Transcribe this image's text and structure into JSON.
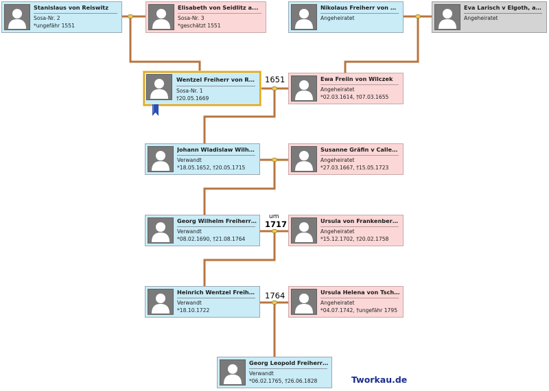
{
  "people": {
    "p_stanislaus": {
      "name": "Stanislaus von Reiswitz",
      "line1": "Sosa-Nr. 2",
      "line2": "*ungefähr 1551"
    },
    "p_elisabeth": {
      "name": "Elisabeth von Seidlitz a...",
      "line1": "Sosa-Nr. 3",
      "line2": "*geschätzt 1551"
    },
    "p_nikolaus": {
      "name": "Nikolaus Freiherr von Wi...",
      "line1": "Angeheiratet",
      "line2": ""
    },
    "p_eva": {
      "name": "Eva Larisch v Elgoth, au...",
      "line1": "Angeheiratet",
      "line2": ""
    },
    "p_wentzel": {
      "name": "Wentzel Freiherr von Rei...",
      "line1": "Sosa-Nr. 1",
      "line2": "†20.05.1669"
    },
    "p_ewa": {
      "name": "Ewa Freiin von Wilczek",
      "line1": "Angeheiratet",
      "line2": "*02.03.1614, †07.03.1655"
    },
    "p_johann": {
      "name": "Johann Wladislaw Wilhelm...",
      "line1": "Verwandt",
      "line2": "*18.05.1652, †20.05.1715"
    },
    "p_susanne": {
      "name": "Susanne Gräfin v Callenberg",
      "line1": "Angeheiratet",
      "line2": "*27.03.1667, †15.05.1723"
    },
    "p_georg": {
      "name": "Georg Wilhelm Freiherr v...",
      "line1": "Verwandt",
      "line2": "*08.02.1690, †21.08.1764"
    },
    "p_ursula_f": {
      "name": "Ursula von Frankenberg u...",
      "line1": "Angeheiratet",
      "line2": "*15.12.1702, †20.02.1758"
    },
    "p_heinrich": {
      "name": "Heinrich Wentzel Freiher...",
      "line1": "Verwandt",
      "line2": "*18.10.1722"
    },
    "p_ursula_h": {
      "name": "Ursula Helena von Tscham...",
      "line1": "Angeheiratet",
      "line2": "*04.07.1742, †ungefähr 1795"
    },
    "p_georg_leopold": {
      "name": "Georg Leopold Freiherr v...",
      "line1": "Verwandt",
      "line2": "*06.02.1765, †26.06.1828"
    }
  },
  "marriages": {
    "m1": {
      "year": "1651"
    },
    "m3": {
      "qualifier": "um",
      "year": "1717"
    },
    "m4": {
      "year": "1764"
    }
  },
  "icons": {
    "avatar": "person-silhouette-icon",
    "bookmark": "bookmark-ribbon-icon",
    "ring": "marriage-rings-icon"
  },
  "colors": {
    "relative": "#c9ecf7",
    "spouse": "#fbd7d7",
    "inlaw": "#d4d4d4",
    "line": "#b8743f",
    "selected": "#e6a818",
    "brand": "#1a2e8c"
  },
  "brand": "Tworkau.de"
}
